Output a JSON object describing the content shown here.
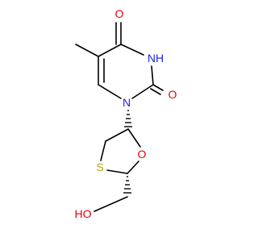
{
  "molecule": {
    "atoms": [
      {
        "id": "o_c4",
        "symbol": "O",
        "color": "#e8000b"
      },
      {
        "id": "n3",
        "symbol": "NH",
        "color": "#1f1fe8"
      },
      {
        "id": "o_c2",
        "symbol": "O",
        "color": "#e8000b"
      },
      {
        "id": "n1",
        "symbol": "N",
        "color": "#1f1fe8"
      },
      {
        "id": "o_ring",
        "symbol": "O",
        "color": "#e8000b"
      },
      {
        "id": "s_ring",
        "symbol": "S",
        "color": "#b5a800"
      },
      {
        "id": "o_hydroxyl",
        "symbol": "HO",
        "color": "#e8000b"
      }
    ],
    "bond_color": "#000000"
  }
}
